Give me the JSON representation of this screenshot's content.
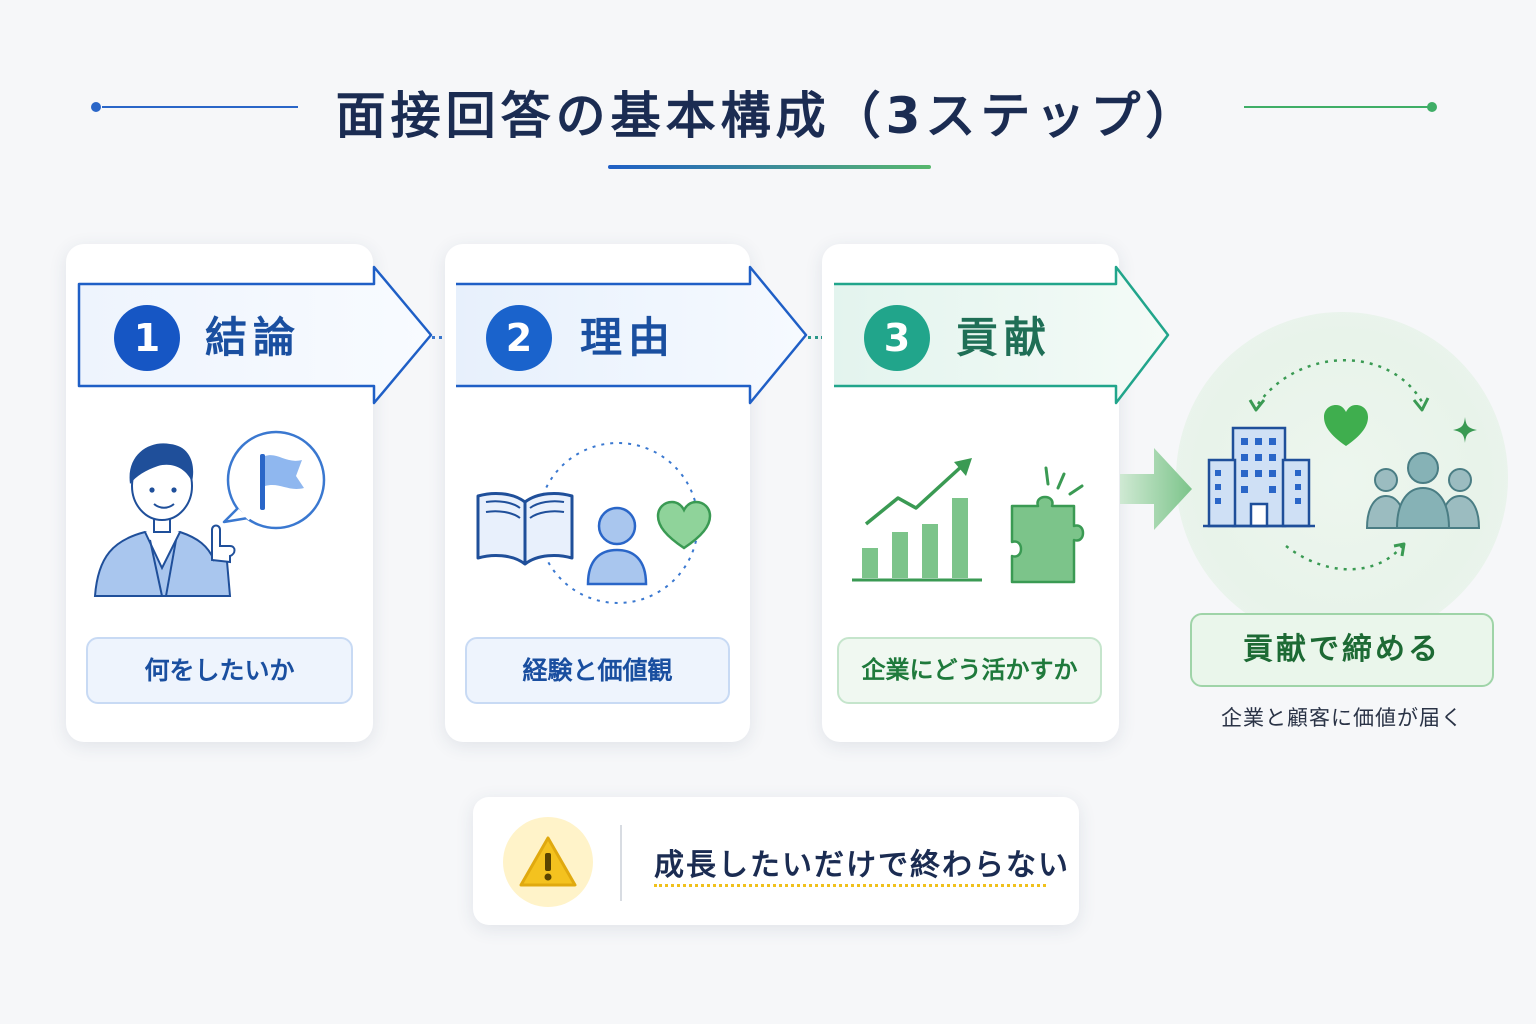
{
  "title": "面接回答の基本構成（3ステップ）",
  "steps": [
    {
      "number": "1",
      "label": "結論",
      "caption": "何をしたいか"
    },
    {
      "number": "2",
      "label": "理由",
      "caption": "経験と価値観"
    },
    {
      "number": "3",
      "label": "貢献",
      "caption": "企業にどう活かすか"
    }
  ],
  "result": {
    "label": "貢献で締める",
    "caption": "企業と顧客に価値が届く"
  },
  "warning": {
    "text": "成長したいだけで終わらない"
  },
  "colors": {
    "navy": "#1b2c52",
    "blue": "#1f5fc6",
    "teal": "#21a58b",
    "green": "#3fae67",
    "warning_yellow": "#f4c21f"
  },
  "icons": [
    "person-pointing-icon",
    "flag-icon",
    "book-icon",
    "person-icon",
    "heart-icon",
    "growth-chart-icon",
    "puzzle-piece-icon",
    "building-icon",
    "people-group-icon",
    "sparkle-icon",
    "warning-icon"
  ]
}
